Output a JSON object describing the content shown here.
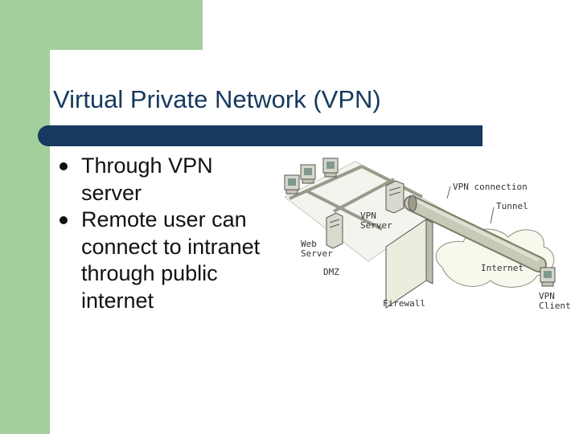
{
  "slide": {
    "title": "Virtual Private Network (VPN)",
    "bullets": [
      "Through VPN server",
      "Remote user can connect to intranet through public internet"
    ]
  },
  "diagram": {
    "labels": {
      "vpn_connection": "VPN connection",
      "tunnel": "Tunnel",
      "vpn_server": [
        "VPN",
        "Server"
      ],
      "web_server": [
        "Web",
        "Server"
      ],
      "dmz": "DMZ",
      "internet": "Internet",
      "firewall": "Firewall",
      "vpn_client": [
        "VPN",
        "Client"
      ]
    }
  },
  "colors": {
    "green_accent": "#a2cf9c",
    "title_bar": "#17385f",
    "title_text": "#16395e"
  }
}
